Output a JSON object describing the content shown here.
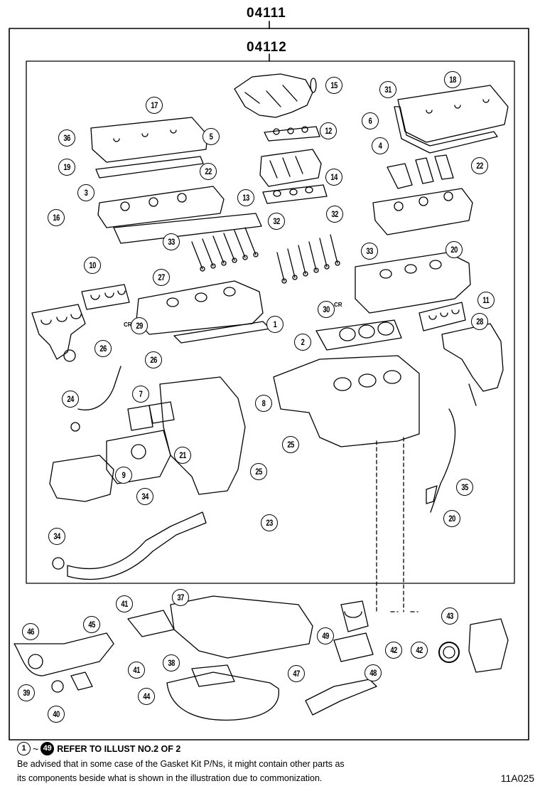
{
  "codes": {
    "outer": "04111",
    "inner": "04112"
  },
  "callouts": [
    "1",
    "2",
    "3",
    "4",
    "5",
    "6",
    "7",
    "8",
    "9",
    "10",
    "11",
    "12",
    "13",
    "14",
    "15",
    "16",
    "17",
    "18",
    "19",
    "20",
    "20",
    "21",
    "22",
    "22",
    "23",
    "24",
    "25",
    "25",
    "26",
    "26",
    "27",
    "28",
    "29",
    "30",
    "31",
    "32",
    "32",
    "33",
    "33",
    "34",
    "34",
    "35",
    "36",
    "37",
    "38",
    "39",
    "40",
    "41",
    "41",
    "42",
    "42",
    "43",
    "44",
    "45",
    "46",
    "47",
    "48",
    "49"
  ],
  "cr_sign": "CR",
  "footer": {
    "range_start": "1",
    "tilde": "~",
    "range_end": "49",
    "ref_text": "REFER TO ILLUST NO.2 OF 2",
    "note_line1": "Be advised that in some case of the Gasket Kit P/Ns,  it might contain other parts as",
    "note_line2": "its components beside what is shown in the illustration due to commonization.",
    "illustration_code": "11A025"
  }
}
